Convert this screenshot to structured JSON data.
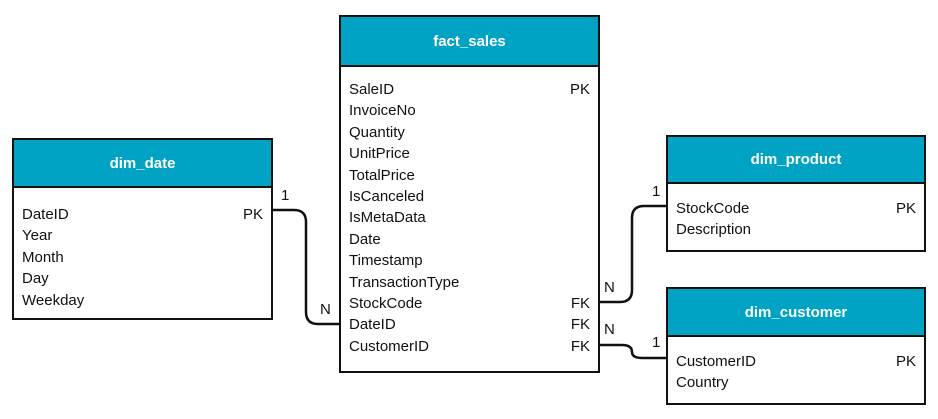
{
  "colors": {
    "header": "#00a3c4",
    "border": "#111111",
    "line": "#111111"
  },
  "entities": {
    "fact_sales": {
      "name": "fact_sales",
      "fields": [
        {
          "name": "SaleID",
          "key": "PK"
        },
        {
          "name": "InvoiceNo",
          "key": ""
        },
        {
          "name": "Quantity",
          "key": ""
        },
        {
          "name": "UnitPrice",
          "key": ""
        },
        {
          "name": "TotalPrice",
          "key": ""
        },
        {
          "name": "IsCanceled",
          "key": ""
        },
        {
          "name": "IsMetaData",
          "key": ""
        },
        {
          "name": "Date",
          "key": ""
        },
        {
          "name": "Timestamp",
          "key": ""
        },
        {
          "name": "TransactionType",
          "key": ""
        },
        {
          "name": "StockCode",
          "key": "FK"
        },
        {
          "name": "DateID",
          "key": "FK"
        },
        {
          "name": "CustomerID",
          "key": "FK"
        }
      ]
    },
    "dim_date": {
      "name": "dim_date",
      "fields": [
        {
          "name": "DateID",
          "key": "PK"
        },
        {
          "name": "Year",
          "key": ""
        },
        {
          "name": "Month",
          "key": ""
        },
        {
          "name": "Day",
          "key": ""
        },
        {
          "name": "Weekday",
          "key": ""
        }
      ]
    },
    "dim_product": {
      "name": "dim_product",
      "fields": [
        {
          "name": "StockCode",
          "key": "PK"
        },
        {
          "name": "Description",
          "key": ""
        }
      ]
    },
    "dim_customer": {
      "name": "dim_customer",
      "fields": [
        {
          "name": "CustomerID",
          "key": "PK"
        },
        {
          "name": "Country",
          "key": ""
        }
      ]
    }
  },
  "relationships": [
    {
      "from": "dim_date",
      "to": "fact_sales",
      "from_card": "1",
      "to_card": "N"
    },
    {
      "from": "dim_product",
      "to": "fact_sales",
      "from_card": "1",
      "to_card": "N"
    },
    {
      "from": "dim_customer",
      "to": "fact_sales",
      "from_card": "1",
      "to_card": "N"
    }
  ]
}
